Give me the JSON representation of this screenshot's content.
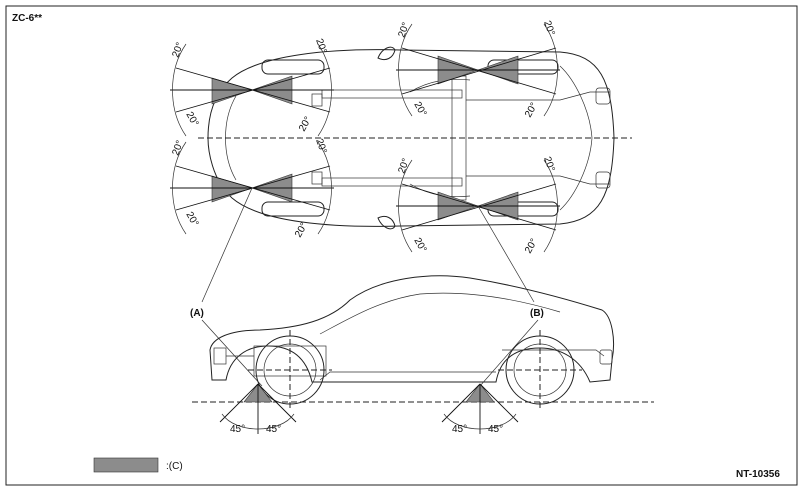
{
  "header": {
    "code": "ZC-6**"
  },
  "footer": {
    "ref": "NT-10356"
  },
  "labels": {
    "a": "(A)",
    "b": "(B)",
    "c": ":(C)"
  },
  "angles": {
    "twenty": "20°",
    "fortyfive": "45°"
  },
  "colors": {
    "shade": "#8c8c8c",
    "line": "#111111"
  }
}
